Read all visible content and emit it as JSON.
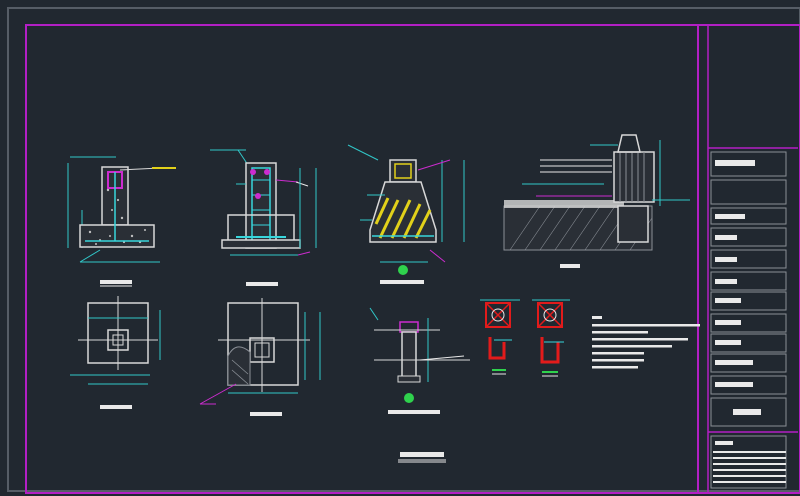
{
  "drawing": {
    "sheet_title": "",
    "colors": {
      "background": "#212830",
      "frame": "#b21fc4",
      "outer_frame": "#565d66",
      "concrete": "#d8d8d8",
      "rebar": "#38d6dc",
      "dimension": "#31c7c9",
      "leader": "#cc2ccf",
      "label": "#e9e9e9",
      "green": "#2fd24d",
      "red": "#e21b1b",
      "yellow": "#e2d11a"
    },
    "views": [
      {
        "id": "footing-a",
        "caption": ""
      },
      {
        "id": "footing-b",
        "caption": ""
      },
      {
        "id": "footing-c",
        "caption": ""
      },
      {
        "id": "retaining-section",
        "caption": ""
      },
      {
        "id": "plan-a",
        "caption": ""
      },
      {
        "id": "plan-b",
        "caption": ""
      },
      {
        "id": "anchor-detail",
        "caption": ""
      },
      {
        "id": "bolt-details",
        "caption": ""
      }
    ],
    "notes_heading": "",
    "notes": [
      "",
      "",
      "",
      "",
      "",
      ""
    ]
  },
  "title_block": {
    "drawing_title": "",
    "revision_label": "",
    "rows": [
      "",
      "",
      "",
      "",
      "",
      "",
      "",
      "",
      ""
    ]
  }
}
